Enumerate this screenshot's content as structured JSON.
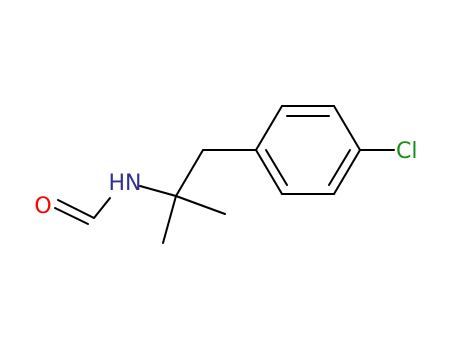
{
  "atoms": {
    "oxygen": {
      "label": "O"
    },
    "nitrogen": {
      "label": "HN"
    },
    "chlorine": {
      "label": "Cl"
    }
  },
  "colors": {
    "oxygen": "#ff0000",
    "nitrogen": "#303090",
    "chlorine": "#1a8c1a",
    "bond": "#000000",
    "background": "#ffffff"
  }
}
